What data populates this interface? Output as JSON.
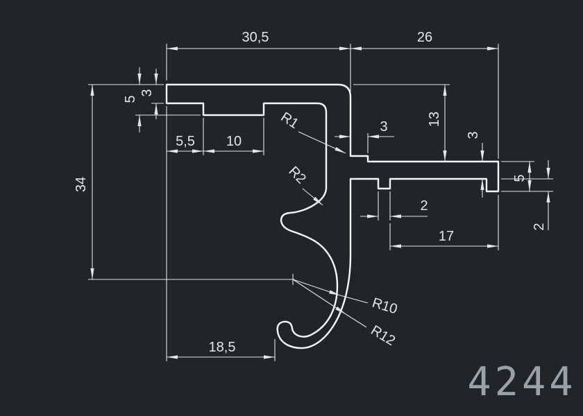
{
  "part_number": "4244",
  "dims": {
    "top_left": "30,5",
    "top_right": "26",
    "left_5": "5",
    "left_3": "3",
    "offset_5_5": "5,5",
    "groove_10": "10",
    "r1": "R1",
    "mid_3": "3",
    "h13": "13",
    "arm_3": "3",
    "lip_5": "5",
    "lip_2": "2",
    "tab_2": "2",
    "len_17": "17",
    "h34": "34",
    "r2": "R2",
    "r10": "R10",
    "r12": "R12",
    "off_18_5": "18,5"
  },
  "colors": {
    "bg": "#20252a",
    "line": "#e3e6e8",
    "profile": "#f8f8f8",
    "muted": "#9ba1a8"
  }
}
